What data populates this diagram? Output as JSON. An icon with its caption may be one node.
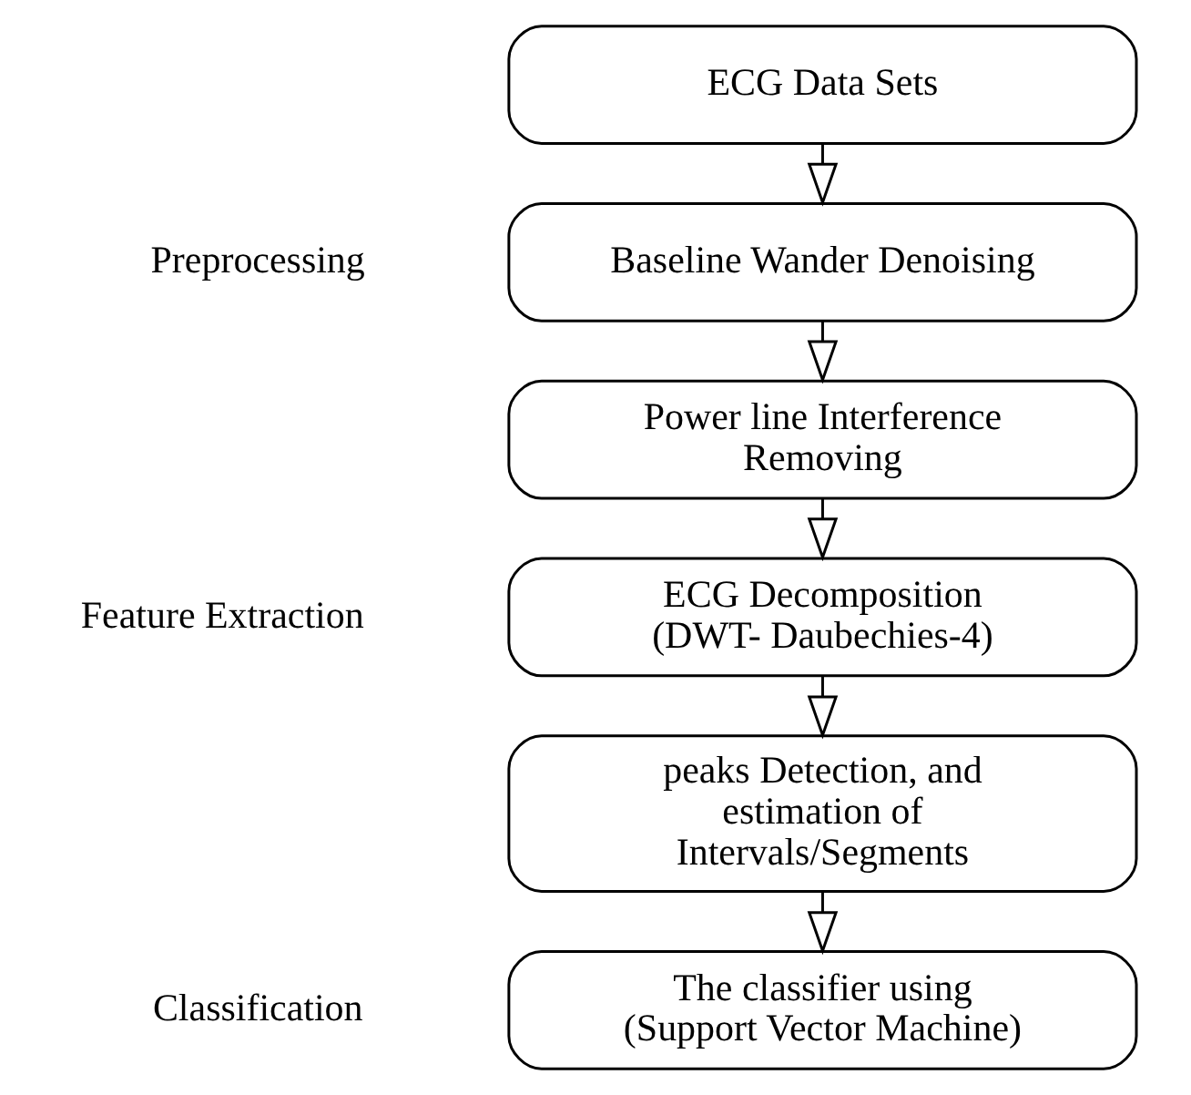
{
  "diagram": {
    "nodes": [
      {
        "text": [
          "ECG Data Sets"
        ]
      },
      {
        "text": [
          "Baseline Wander Denoising"
        ]
      },
      {
        "text": [
          "Power line Interference Removing"
        ]
      },
      {
        "text": [
          "ECG Decomposition (DWT- Daubechies-4)"
        ]
      },
      {
        "text": [
          "peaks Detection, and estimation of Intervals/Segments"
        ]
      },
      {
        "text": [
          "The classifier using (Support Vector Machine)"
        ]
      }
    ],
    "edges": [
      {
        "from": 0,
        "to": 1,
        "arrow": "to"
      },
      {
        "from": 1,
        "to": 2,
        "arrow": "to"
      },
      {
        "from": 2,
        "to": 3,
        "arrow": "to"
      },
      {
        "from": 3,
        "to": 4,
        "arrow": "to"
      },
      {
        "from": 4,
        "to": 5,
        "arrow": "to"
      }
    ],
    "labels": [
      "Preprocessing",
      "Feature Extraction",
      "Classification"
    ]
  }
}
